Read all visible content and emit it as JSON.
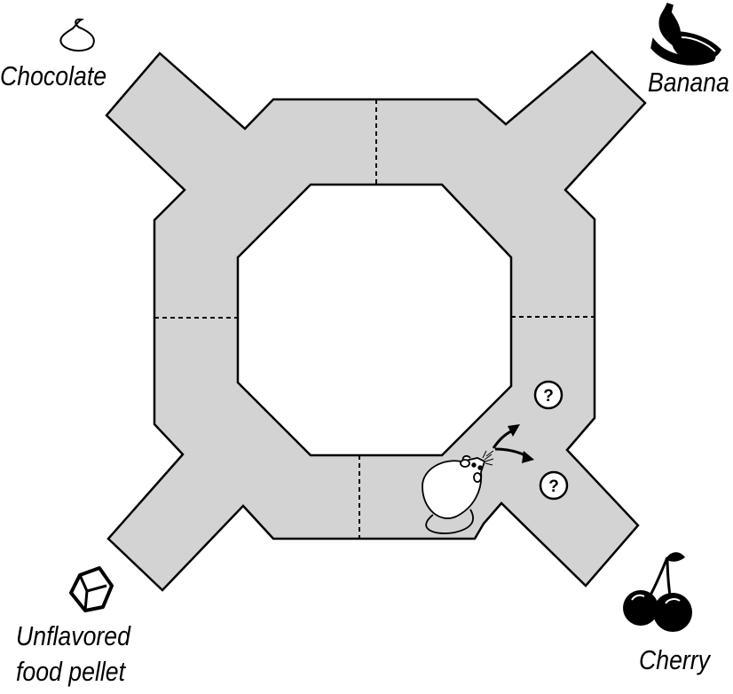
{
  "arms": {
    "top_left": {
      "label": "Chocolate",
      "icon": "chocolate-chip-icon"
    },
    "top_right": {
      "label": "Banana",
      "icon": "banana-icon"
    },
    "bottom_left": {
      "label_line1": "Unflavored",
      "label_line2": "food pellet",
      "icon": "food-pellet-icon"
    },
    "bottom_right": {
      "label": "Cherry",
      "icon": "cherry-icon"
    }
  },
  "choice_markers": [
    "?",
    "?"
  ],
  "colors": {
    "track_fill": "#d3d3d3",
    "outline": "#000000",
    "background": "#ffffff"
  }
}
